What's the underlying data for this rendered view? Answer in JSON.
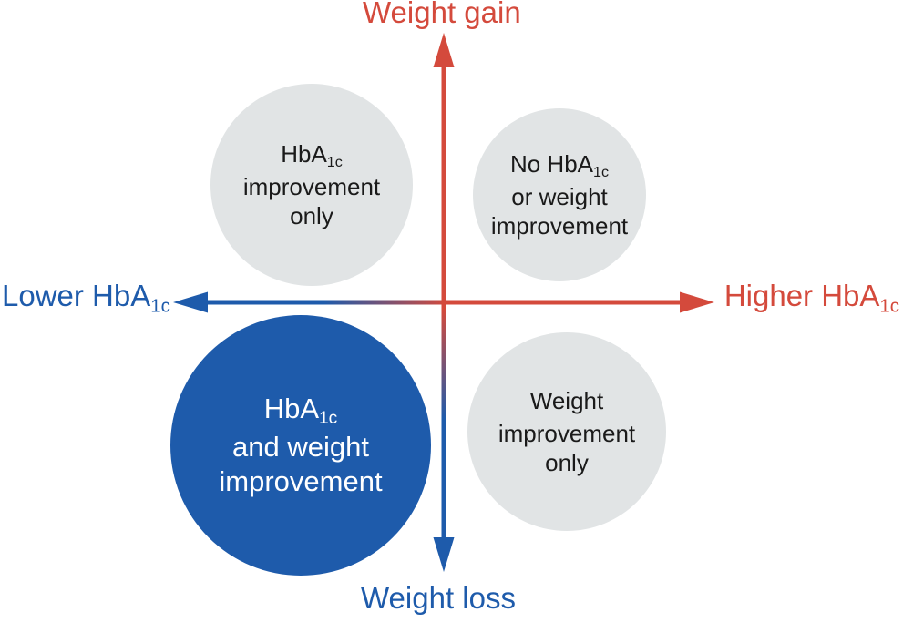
{
  "diagram": {
    "axes": {
      "top_label": "Weight gain",
      "bottom_label": "Weight loss",
      "left_label_main": "Lower HbA",
      "left_label_sub": "1c",
      "right_label_main": "Higher HbA",
      "right_label_sub": "1c"
    },
    "circles": {
      "top_left": {
        "line1_main": "HbA",
        "line1_sub": "1c",
        "line2": "improvement",
        "line3": "only"
      },
      "top_right": {
        "line1_main": "No HbA",
        "line1_sub": "1c",
        "line2": "or weight",
        "line3": "improvement"
      },
      "bottom_left": {
        "line1_main": "HbA",
        "line1_sub": "1c",
        "line2": "and weight",
        "line3": "improvement"
      },
      "bottom_right": {
        "line1_main": "Weight",
        "line1_sub": "",
        "line2": "improvement",
        "line3": "only"
      }
    },
    "colors": {
      "red": "#d44a3c",
      "blue": "#1e5bab",
      "circle_gray": "#e1e4e5",
      "text_dark": "#1a1a1a",
      "text_light": "#ffffff"
    }
  }
}
